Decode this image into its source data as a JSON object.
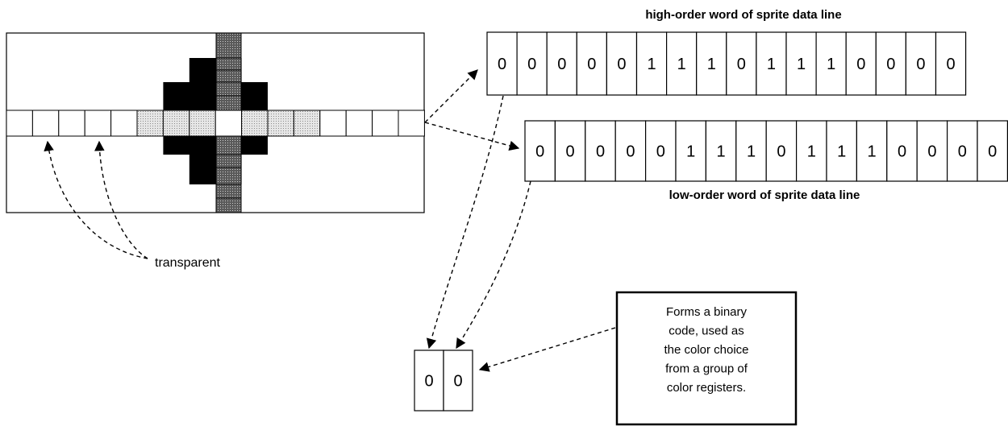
{
  "labels": {
    "high_word": "high-order word of sprite data line",
    "low_word": "low-order word of sprite data line",
    "transparent": "transparent",
    "note_lines": [
      "Forms a binary",
      "code, used as",
      "the color choice",
      "from a group of",
      "color registers."
    ]
  },
  "high_word_bits": [
    "0",
    "0",
    "0",
    "0",
    "0",
    "1",
    "1",
    "1",
    "0",
    "1",
    "1",
    "1",
    "0",
    "0",
    "0",
    "0"
  ],
  "low_word_bits": [
    "0",
    "0",
    "0",
    "0",
    "0",
    "1",
    "1",
    "1",
    "0",
    "1",
    "1",
    "1",
    "0",
    "0",
    "0",
    "0"
  ],
  "combined_bits": [
    "0",
    "0"
  ],
  "colors": {
    "black": "#000000",
    "gray": "#d4d4d4",
    "dark_gray": "#6e6e6e",
    "white": "#ffffff"
  }
}
